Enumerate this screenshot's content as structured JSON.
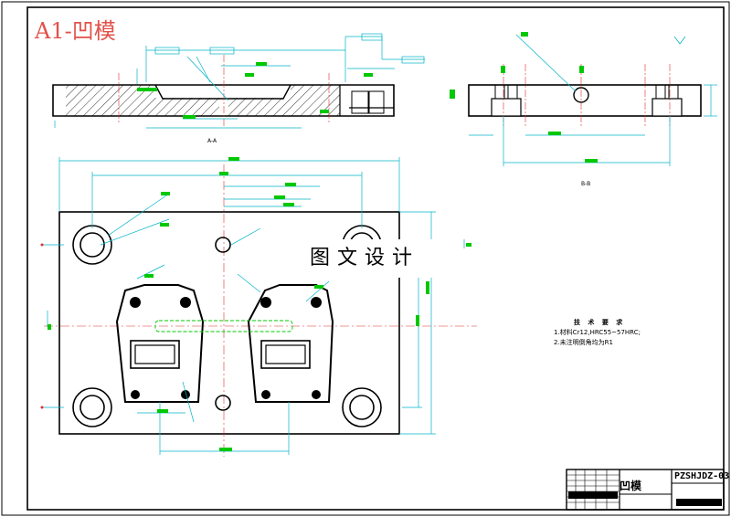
{
  "sheet_label": "A1-凹模",
  "watermark": "图文设计",
  "section_labels": [
    "A-A",
    "B-B"
  ],
  "technical_requirements": {
    "heading": "技 术 要 求",
    "items": [
      "1.材料Cr12,HRC55~57HRC;",
      "2.未注明倒角均为R1"
    ]
  },
  "title_block": {
    "part_name": "凹模",
    "drawing_code": "PZSHJDZ-03"
  },
  "colors": {
    "outline": "#000000",
    "dimension": "#00b4c8",
    "centerline": "#e03030",
    "highlight": "#00c800",
    "title": "#e0524a"
  }
}
